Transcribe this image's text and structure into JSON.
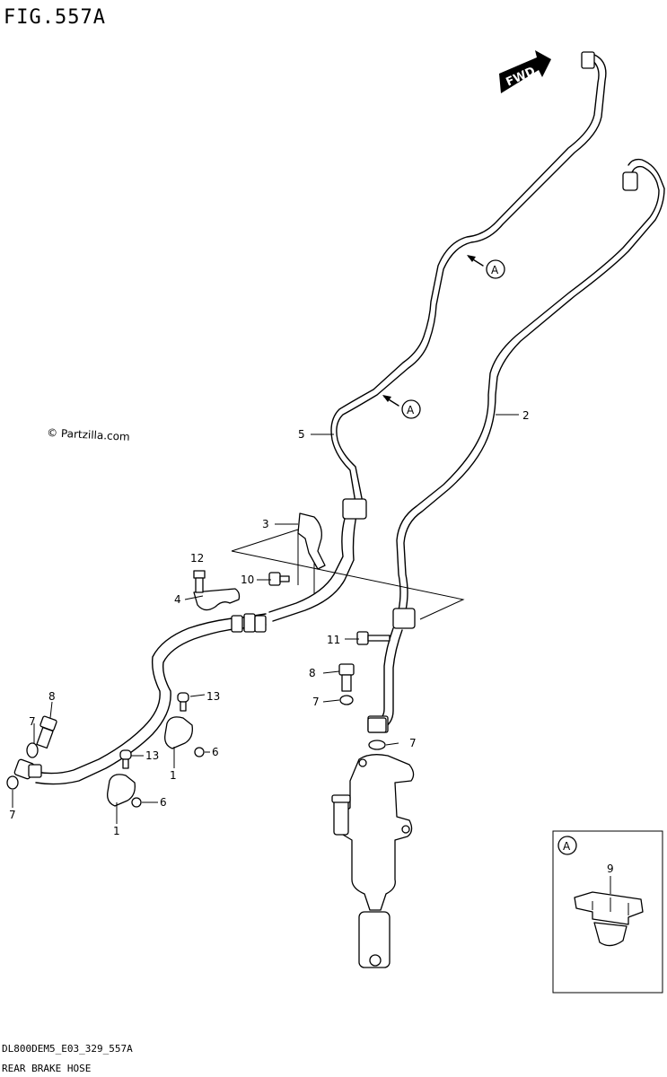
{
  "figure": {
    "title": "FIG.557A",
    "watermark": "© Partzilla.com",
    "code": "DL800DEM5_E03_329_557A",
    "name": "REAR BRAKE HOSE",
    "fwd_label": "FWD"
  },
  "callouts": {
    "c1a": "1",
    "c1b": "1",
    "c2": "2",
    "c3": "3",
    "c4": "4",
    "c5": "5",
    "c6a": "6",
    "c6b": "6",
    "c7a": "7",
    "c7b": "7",
    "c7c": "7",
    "c7d": "7",
    "c8a": "8",
    "c8b": "8",
    "c9": "9",
    "c10": "10",
    "c11": "11",
    "c12": "12",
    "c13a": "13",
    "c13b": "13"
  },
  "ref_marks": {
    "a1": "A",
    "a2": "A",
    "inset": "A"
  }
}
